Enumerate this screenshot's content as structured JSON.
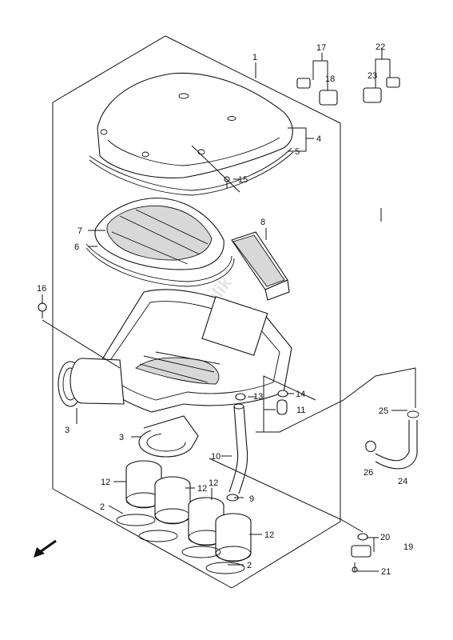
{
  "diagram": {
    "watermark": "PartsRepublik",
    "direction": "front-arrow",
    "callouts": [
      {
        "id": "c1",
        "text": "1"
      },
      {
        "id": "c2a",
        "text": "2"
      },
      {
        "id": "c2b",
        "text": "2"
      },
      {
        "id": "c3a",
        "text": "3"
      },
      {
        "id": "c3b",
        "text": "3"
      },
      {
        "id": "c4",
        "text": "4"
      },
      {
        "id": "c5",
        "text": "5"
      },
      {
        "id": "c6",
        "text": "6"
      },
      {
        "id": "c7",
        "text": "7"
      },
      {
        "id": "c8",
        "text": "8"
      },
      {
        "id": "c9",
        "text": "9"
      },
      {
        "id": "c10",
        "text": "10"
      },
      {
        "id": "c11",
        "text": "11"
      },
      {
        "id": "c12a",
        "text": "12"
      },
      {
        "id": "c12b",
        "text": "12"
      },
      {
        "id": "c12c",
        "text": "12"
      },
      {
        "id": "c12d",
        "text": "12"
      },
      {
        "id": "c13",
        "text": "13"
      },
      {
        "id": "c14",
        "text": "14"
      },
      {
        "id": "c15",
        "text": "15"
      },
      {
        "id": "c16",
        "text": "16"
      },
      {
        "id": "c17",
        "text": "17"
      },
      {
        "id": "c18",
        "text": "18"
      },
      {
        "id": "c19",
        "text": "19"
      },
      {
        "id": "c20",
        "text": "20"
      },
      {
        "id": "c21",
        "text": "21"
      },
      {
        "id": "c22",
        "text": "22"
      },
      {
        "id": "c23",
        "text": "23"
      },
      {
        "id": "c24",
        "text": "24"
      },
      {
        "id": "c25",
        "text": "25"
      },
      {
        "id": "c26",
        "text": "26"
      }
    ]
  }
}
